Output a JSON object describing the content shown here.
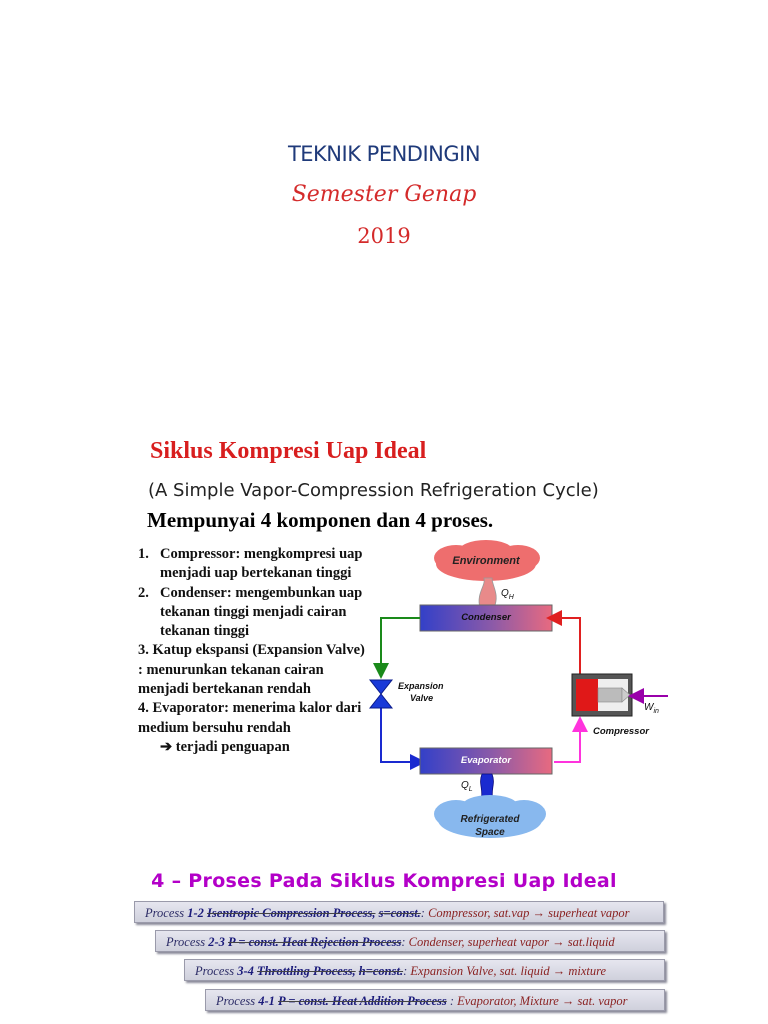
{
  "cover": {
    "title": "TEKNIK PENDINGIN",
    "semester": "Semester Genap",
    "year": "2019"
  },
  "section": {
    "heading": "Siklus Kompresi Uap Ideal",
    "subtitle": "(A Simple Vapor-Compression Refrigeration Cycle)",
    "intro": "Mempunyai 4 komponen dan 4 proses."
  },
  "components": [
    {
      "num": "1.",
      "text": "Compressor: mengkompresi uap menjadi uap bertekanan tinggi"
    },
    {
      "num": "2.",
      "text": "Condenser: mengembunkan uap tekanan tinggi menjadi cairan tekanan tinggi"
    },
    {
      "num": "3.",
      "text": "Katup ekspansi (Expansion Valve) : menurunkan tekanan cairan menjadi bertekanan rendah"
    },
    {
      "num": "4.",
      "text": "Evaporator: menerima kalor dari medium bersuhu rendah"
    }
  ],
  "result_text": "terjadi penguapan",
  "diagram": {
    "environment": "Environment",
    "qh": "Q",
    "qh_sub": "H",
    "condenser": "Condenser",
    "expansion_valve_1": "Expansion",
    "expansion_valve_2": "Valve",
    "win": "W",
    "win_sub": "in",
    "compressor": "Compressor",
    "evaporator": "Evaporator",
    "ql": "Q",
    "ql_sub": "L",
    "space_1": "Refrigerated",
    "space_2": "Space",
    "colors": {
      "hot_line": "#e02020",
      "warm_line": "#1a8a1a",
      "cold_line": "#1a2ad0",
      "suction_line": "#ff33dd",
      "work_arrow": "#9900aa",
      "environment": "#ee6e6e",
      "space": "#88b8ee"
    }
  },
  "processes_heading": "4 – Proses Pada Siklus Kompresi Uap Ideal",
  "processes": [
    {
      "prefix": "Process",
      "step": "1-2",
      "name": "Isentropic Compression Process,",
      "cond": "s=const.",
      "sep": ":",
      "desc": "Compressor, sat.vap → superheat vapor"
    },
    {
      "prefix": "Process",
      "step": "2-3",
      "name": "P = const. Heat Rejection Process",
      "cond": "",
      "sep": ":",
      "desc": "Condenser, superheat vapor → sat.liquid"
    },
    {
      "prefix": "Process",
      "step": "3-4",
      "name": "Throttling Process,",
      "cond": "h=const.",
      "sep": ":",
      "desc": "Expansion Valve, sat. liquid → mixture"
    },
    {
      "prefix": "Process",
      "step": "4-1",
      "name": "P = const. Heat Addition Process",
      "cond": "",
      "sep": ":",
      "desc": "Evaporator, Mixture → sat. vapor"
    }
  ]
}
